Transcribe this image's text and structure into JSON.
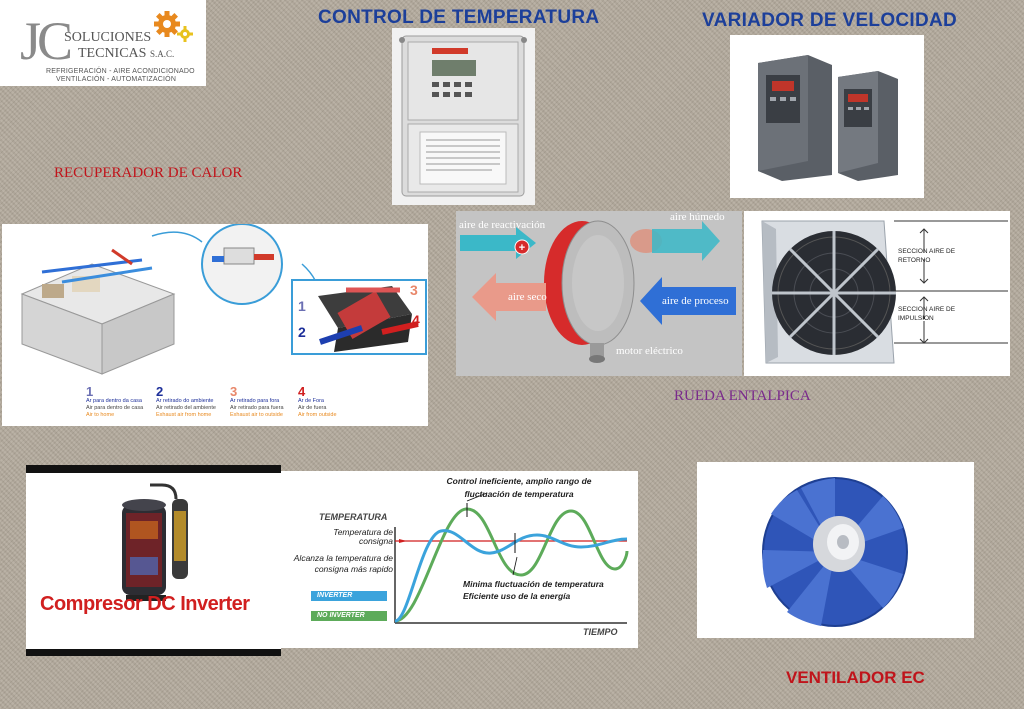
{
  "logo": {
    "initials": "JC",
    "line1": "SOLUCIONES",
    "line2": "TECNICAS",
    "line2_suffix": "S.A.C.",
    "tagline1": "REFRIGERACIÓN - AIRE ACONDICIONADO",
    "tagline2": "VENTILACIÓN - AUTOMATIZACIÓN"
  },
  "titles": {
    "control": "CONTROL DE TEMPERATURA",
    "variador": "VARIADOR DE VELOCIDAD",
    "recuperador": "RECUPERADOR DE CALOR",
    "rueda": "RUEDA ENTALPICA",
    "ventilador": "VENTILADOR EC"
  },
  "colors": {
    "title_blue": "#1c3f9a",
    "red_label": "#c0141b",
    "purple_label": "#7a2a8c"
  },
  "recuperador": {
    "legend": [
      {
        "num": "1",
        "l1": "Ar para dentro da casa",
        "l2": "Air para dentro de casa",
        "l3": "Air to home",
        "color": "#6b6fb3"
      },
      {
        "num": "2",
        "l1": "Ar retirado do ambiente",
        "l2": "Air retirado del ambiente",
        "l3": "Exhaust air from home",
        "color": "#1d2f9a"
      },
      {
        "num": "3",
        "l1": "Ar retirado para fora",
        "l2": "Air retirado para fuera",
        "l3": "Exhaust air to outside",
        "color": "#e8876a"
      },
      {
        "num": "4",
        "l1": "Ar de Fora",
        "l2": "Air de fuera",
        "l3": "Air from outside",
        "color": "#d11f1f"
      }
    ],
    "diagram_nums": [
      "1",
      "2",
      "3",
      "4"
    ]
  },
  "rueda": {
    "reactivacion": "aire de reactivación",
    "humedo": "aire húmedo",
    "seco": "aire seco",
    "proceso": "aire de proceso",
    "motor": "motor eléctrico",
    "retorno": "SECCION AIRE DE RETORNO",
    "impulsion": "SECCION AIRE DE IMPULSION"
  },
  "compresor": {
    "label": "Compresor DC Inverter",
    "temperatura": "TEMPERATURA",
    "consigna": "Temperatura de consigna",
    "alcanza": "Alcanza la temperatura de consigna más rapido",
    "ineficiente": "Control ineficiente, amplio rango de fluctuación de temperatura",
    "minima": "Minima fluctuación de temperatura",
    "eficiente": "Eficiente uso de la energía",
    "inverter": "INVERTER",
    "no_inverter": "NO INVERTER",
    "tiempo": "TIEMPO"
  }
}
